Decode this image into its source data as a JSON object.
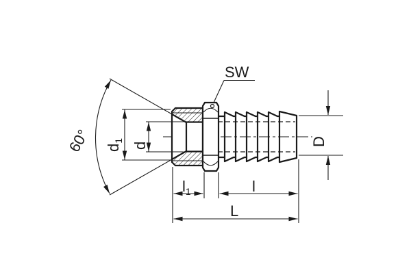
{
  "drawing": {
    "kind": "technical-dimension-drawing",
    "subject": "hose-barb-fitting-with-male-thread-and-hex",
    "labels": {
      "sw": "SW",
      "angle": "60°",
      "d1_base": "d",
      "d1_sub": "1",
      "d": "d",
      "big_d": "D",
      "l1_base": "l",
      "l1_sub": "1",
      "l": "l",
      "big_l": "L"
    },
    "colors": {
      "line": "#1a1a1a",
      "background": "#ffffff"
    }
  }
}
